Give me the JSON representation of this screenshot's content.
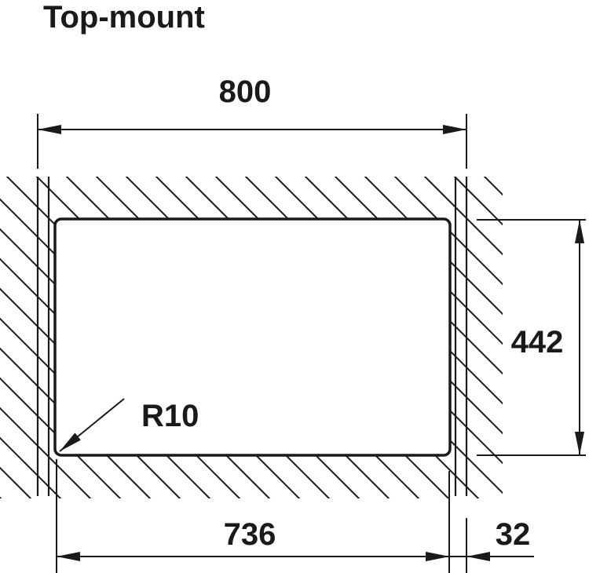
{
  "title": "Top-mount",
  "dimensions": {
    "overall_width": "800",
    "cutout_width": "736",
    "flange": "32",
    "cutout_depth": "442",
    "corner_radius": "R10"
  },
  "colors": {
    "line": "#1a1a1a",
    "background": "#ffffff"
  }
}
